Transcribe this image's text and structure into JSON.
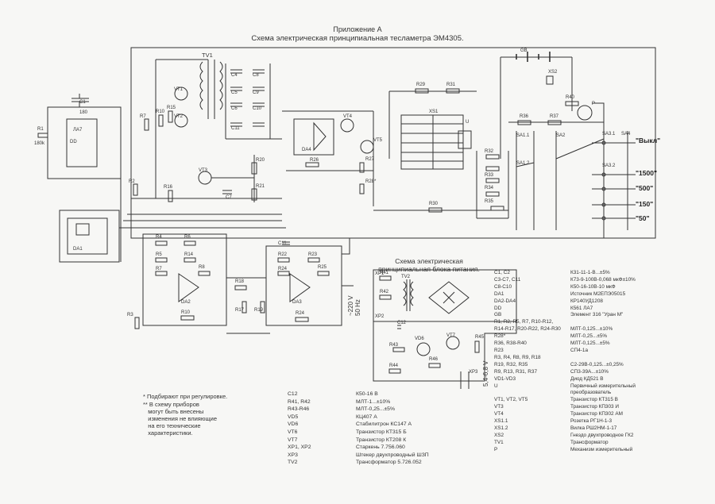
{
  "header": {
    "appendix": "Приложение А",
    "title": "Схема электрическая принципиальная тесламетра ЭМ4305."
  },
  "power_block_title": "Схема электрическая\nпринципиальная блока питания.",
  "input_voltage": "~220 V\n50 Hz",
  "output_voltage": "5,4-6,8 V",
  "switch_labels": [
    "\"Выкл\"",
    "\"1500\"",
    "\"500\"",
    "\"150\"",
    "\"50\""
  ],
  "component_labels": {
    "TV1": "TV1",
    "TV2": "TV2",
    "DA1": "DA1",
    "DA2": "DA2",
    "DA3": "DA3",
    "DA4": "DA4",
    "DD": "DD",
    "U": "U",
    "P": "P",
    "GB": "GB",
    "XS1": "XS1",
    "XP1": "XP1",
    "XP2": "XP2",
    "XP3": "XP3",
    "SA1": "SA1",
    "SA2": "SA2",
    "SA3": "SA3",
    "SA4": "SA4"
  },
  "footnotes": {
    "note1": "* Подбирают при регулировке.",
    "note2": "** В схему приборов\n   могут быть внесены\n   изменения не влияющие\n   на его технические\n   характеристики."
  },
  "parts_left": [
    [
      "C12",
      "К50-16 В"
    ],
    [
      "R41, R42",
      "МЛТ-1...±10%"
    ],
    [
      "R43-R46",
      "МЛТ-0,25...±5%"
    ],
    [
      "VD5",
      "КЦ407 А"
    ],
    [
      "VD6",
      "Стабилитрон КС147 А"
    ],
    [
      "VT6",
      "Транзистор КТ315 Б"
    ],
    [
      "VT7",
      "Транзистор КТ208 К"
    ],
    [
      "XP1, XP2",
      "Старкень 7.756.060"
    ],
    [
      "XP3",
      "Штекер двухпроводный ШЗП"
    ],
    [
      "TV2",
      "Трансформатор 5.726.052"
    ]
  ],
  "parts_right": [
    [
      "C1, C2",
      "К31-11-1-В...±5%"
    ],
    [
      "C3-C7, C11",
      "К73-9-100В-0,068 мкФ±10%"
    ],
    [
      "C8-C10",
      "К50-16-10В-10 мкФ"
    ],
    [
      "DA1",
      "Источник М2ЕПЭ05015"
    ],
    [
      "DA2-DA4",
      "КР140УД1208"
    ],
    [
      "DD",
      "К561 ЛА7"
    ],
    [
      "GB",
      "Элемент 316 \"Уран М\""
    ],
    [
      "R1, R2, R5, R7, R10-R12,",
      ""
    ],
    [
      "R14-R17, R20-R22, R24-R30",
      "МЛТ-0,125...±10%"
    ],
    [
      "R28*",
      "МЛТ-0,25...±5%"
    ],
    [
      "R36, R38-R40",
      "МЛТ-0,125...±5%"
    ],
    [
      "R23",
      "СП4-1а"
    ],
    [
      "R3, R4, R8, R9, R18",
      ""
    ],
    [
      "R19, R32, R35",
      "С2-29В-0,125...±0,25%"
    ],
    [
      "R9, R13, R31, R37",
      "СП3-39А...±10%"
    ],
    [
      "VD1-VD3",
      "Диод КД521 В"
    ],
    [
      "U",
      "Первичный измерительный"
    ],
    [
      "",
      "преобразователь"
    ],
    [
      "VT1, VT2, VT5",
      "Транзистор КТ315 В"
    ],
    [
      "VT3",
      "Транзистор КП303 И"
    ],
    [
      "VT4",
      "Транзистор КП302 АМ"
    ],
    [
      "XS1.1",
      "Розетка РГ1Н-1-3"
    ],
    [
      "XS1.2",
      "Вилка РШ2НМ-1-17"
    ],
    [
      "XS2",
      "Гнездо двухпроводное ГК2"
    ],
    [
      "TV1",
      "Трансформатор"
    ],
    [
      "P",
      "Механизм измерительный"
    ]
  ]
}
